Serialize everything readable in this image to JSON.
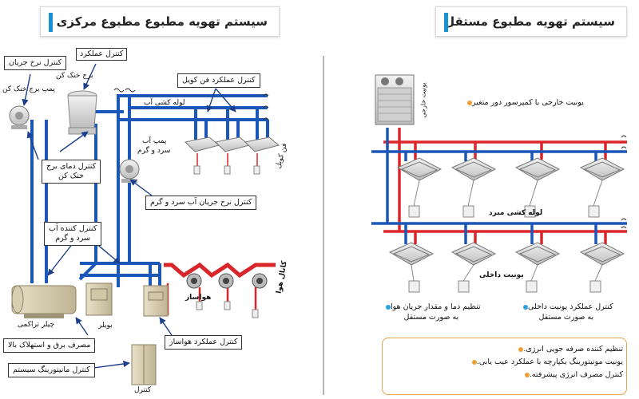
{
  "colors": {
    "supply": "#1a57b8",
    "return": "#d9262b",
    "central_title_bar": "#1793d1",
    "independent_title_bar": "#1793d1",
    "orange_dot": "#f0a030",
    "blue_dot": "#2aa1dc",
    "callout_arrow": "#1b3f8a"
  },
  "central": {
    "title": "سیستم تهویه مطبوع مطبوع مرکزی",
    "callouts": {
      "flow_control": "کنترل نرخ جریان",
      "tower_pump": "پمپ برج خنک کن",
      "tower_perf_line1": "کنترل عملکرد",
      "tower_perf_line2": "برج خنک کن",
      "fancoil_perf": "کنترل عملکرد فن کویل",
      "tower_temp_line1": "کنترل دمای برج",
      "tower_temp_line2": "خنک کن",
      "hotcold_flow": "کنترل نرخ جریان آب سرد و گرم",
      "water_ctrl_line1": "کنترل کننده آب",
      "water_ctrl_line2": "سرد و گرم",
      "power": "مصرف برق و استهلاک بالا",
      "monitoring": "کنترل مانیتورینگ سیستم",
      "ahu_perf": "کنترل عملکرد هواساز"
    },
    "labels": {
      "water_pipe": "لوله کشی آب",
      "fancoil": "فن کویل",
      "pump_line1": "پمپ آب",
      "pump_line2": "سرد و گرم",
      "air_duct": "کانال هوا",
      "ahu": "هواساز",
      "chiller": "چیلر تراکمی",
      "boiler": "بویلر",
      "control": "کنترل"
    }
  },
  "independent": {
    "title": "سیستم تهویه مطبوع مستقل",
    "outdoor_tag": "یونیت خارجی",
    "outdoor_bullet": "یونیت خارجی با کمپرسور دور متغیر",
    "pipe_label": "لوله کشی مبرد",
    "indoor_label": "یونیت داخلی",
    "bullet_temp_line1": "تنظیم دما و مقدار جریان هوا",
    "bullet_temp_line2": "به صورت مستقل",
    "bullet_perf_line1": "کنترل عملکرد یونیت داخلی",
    "bullet_perf_line2": "به صورت مستقل",
    "box_bullets": [
      "تنظیم کننده صرفه جویی انرژی.",
      "یونیت مونیتورینگ یکپارچه با عملکرد عیب یابی.",
      "کنترل مصرف انرژی پیشرفته."
    ]
  }
}
